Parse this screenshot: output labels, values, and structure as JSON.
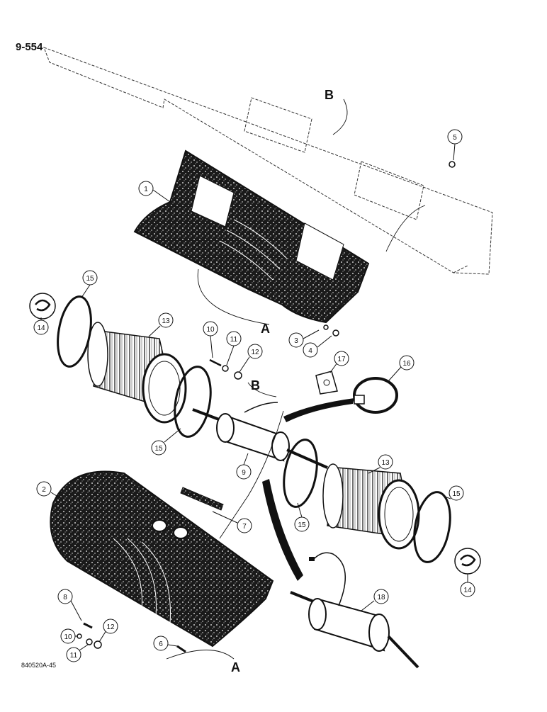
{
  "page_number": "9-554",
  "figure_code": "840520A-45",
  "reference_letters": [
    "A",
    "B"
  ],
  "callouts": [
    "1",
    "2",
    "3",
    "4",
    "5",
    "6",
    "7",
    "8",
    "9",
    "10",
    "11",
    "12",
    "13",
    "14",
    "15",
    "16",
    "17",
    "18"
  ],
  "colors": {
    "ink": "#111111",
    "paper": "#ffffff",
    "texture": "#222222"
  }
}
